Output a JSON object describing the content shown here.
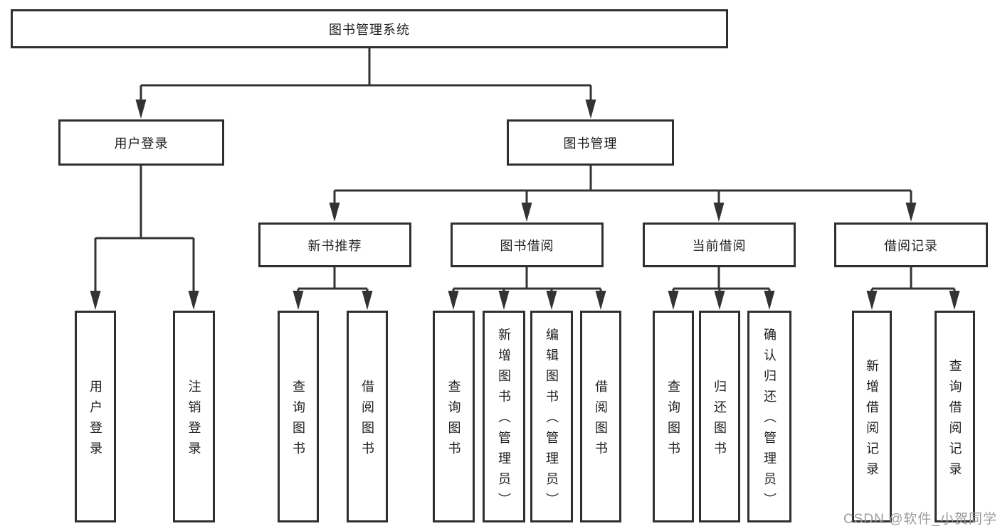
{
  "diagram": {
    "title": "图书管理系统",
    "nodes": {
      "root": "图书管理系统",
      "level2": [
        "用户登录",
        "图书管理"
      ],
      "level3": [
        "新书推荐",
        "图书借阅",
        "当前借阅",
        "借阅记录"
      ],
      "level4": {
        "user_login": [
          "用户登录",
          "注销登录"
        ],
        "new_book_recommend": [
          "查询图书",
          "借阅图书"
        ],
        "book_borrowing": [
          "查询图书",
          "新增图书（管理员）",
          "编辑图书（管理员）",
          "借阅图书"
        ],
        "current_borrowing": [
          "查询图书",
          "归还图书",
          "确认归还（管理员）"
        ],
        "borrowing_records": [
          "新增借阅记录",
          "查询借阅记录"
        ]
      }
    },
    "colors": {
      "line": "#333333",
      "box_border": "#2f2f2f",
      "box_fill": "#ffffff",
      "text": "#1f1f1f",
      "background": "#ffffff",
      "watermark": "#9c9c9c"
    }
  },
  "watermark": {
    "text": "CSDN @软件_小贺同学"
  }
}
